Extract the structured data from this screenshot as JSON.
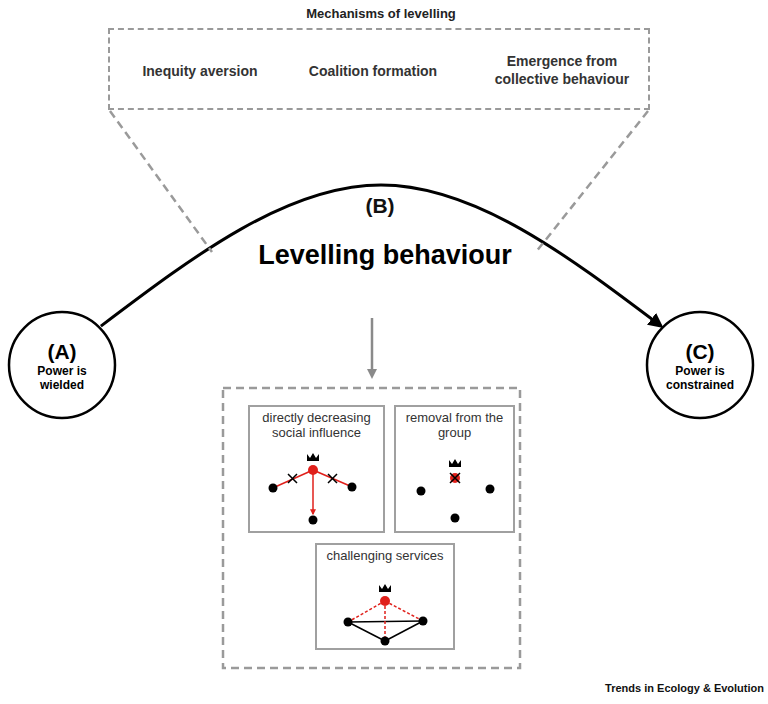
{
  "diagram": {
    "nodes": [
      {
        "text": [
          "Mechanisms of levelling",
          "Inequity aversion",
          "Coalition formation",
          "Emergence from collective behaviour"
        ]
      },
      {
        "text": [
          "(A)",
          "Power is wielded"
        ]
      },
      {
        "text": [
          "(C)",
          "Power is constrained"
        ]
      },
      {
        "text": [
          "directly decreasing social influence"
        ]
      },
      {
        "text": [
          "removal from the group"
        ]
      },
      {
        "text": [
          "challenging services"
        ]
      }
    ],
    "edges": [
      {
        "from": 1,
        "to": 2,
        "arrow": "to",
        "label": "Levelling behaviour"
      }
    ],
    "labels": [
      "(B)",
      "Trends in Ecology & Evolution"
    ]
  }
}
